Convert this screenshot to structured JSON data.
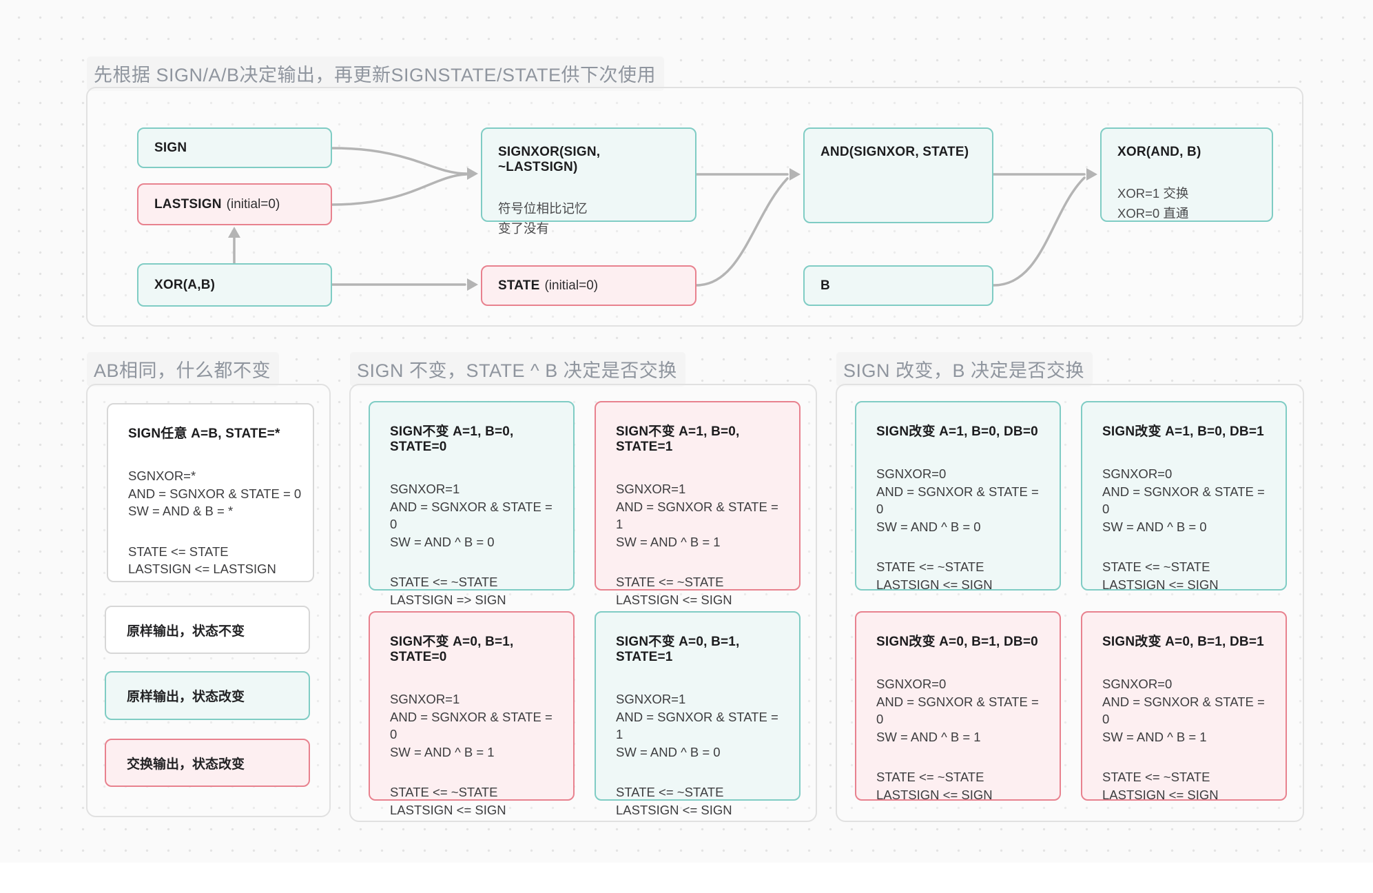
{
  "colors": {
    "canvas_bg": "#fafafa",
    "dot_grid": "#e3e3e3",
    "teal_border": "#7fccc4",
    "teal_fill": "#eff8f7",
    "pink_border": "#e8818e",
    "pink_fill": "#fdeff1",
    "plain_border": "#d7d7d7",
    "plain_fill": "#ffffff",
    "frame_border": "#e1e1e1",
    "arrow": "#b4b4b4",
    "section_title_text": "#8f959e"
  },
  "flow": {
    "title": "先根据 SIGN/A/B决定输出，再更新SIGNSTATE/STATE供下次使用",
    "nodes": {
      "sign": {
        "label": "SIGN",
        "variant": "teal"
      },
      "lastsign": {
        "name": "LASTSIGN",
        "suffix": "(initial=0)",
        "variant": "pink"
      },
      "xorab": {
        "label": "XOR(A,B)",
        "variant": "teal"
      },
      "signxor": {
        "label": "SIGNXOR(SIGN, ~LASTSIGN)",
        "desc1": "符号位相比记忆",
        "desc2": "变了没有",
        "variant": "teal"
      },
      "state": {
        "name": "STATE",
        "suffix": "(initial=0)",
        "variant": "pink"
      },
      "and": {
        "label": "AND(SIGNXOR, STATE)",
        "variant": "teal"
      },
      "b": {
        "label": "B",
        "variant": "teal"
      },
      "xorandb": {
        "label": "XOR(AND, B)",
        "desc1": "XOR=1 交换",
        "desc2": "XOR=0 直通",
        "variant": "teal"
      }
    }
  },
  "panel1": {
    "title": "AB相同，什么都不变",
    "card": {
      "header": "SIGN任意 A=B, STATE=*",
      "lines": [
        "SGNXOR=*",
        "AND = SGNXOR & STATE = 0",
        "SW = AND & B = *"
      ],
      "updates": [
        "STATE <= STATE",
        "LASTSIGN <= LASTSIGN"
      ],
      "variant": "plain"
    },
    "legends": [
      {
        "label": "原样输出，状态不变",
        "variant": "plain"
      },
      {
        "label": "原样输出，状态改变",
        "variant": "teal"
      },
      {
        "label": "交换输出，状态改变",
        "variant": "pink"
      }
    ]
  },
  "panel2": {
    "title": "SIGN 不变，STATE ^ B 决定是否交换",
    "cards": [
      {
        "header": "SIGN不变 A=1, B=0, STATE=0",
        "lines": [
          "SGNXOR=1",
          "AND = SGNXOR & STATE = 0",
          "SW = AND ^ B = 0"
        ],
        "updates": [
          "STATE <= ~STATE",
          "LASTSIGN => SIGN"
        ],
        "variant": "teal"
      },
      {
        "header": "SIGN不变 A=1, B=0, STATE=1",
        "lines": [
          "SGNXOR=1",
          "AND = SGNXOR & STATE = 1",
          "SW = AND ^ B = 1"
        ],
        "updates": [
          "STATE <= ~STATE",
          "LASTSIGN <= SIGN"
        ],
        "variant": "pink"
      },
      {
        "header": "SIGN不变 A=0, B=1, STATE=0",
        "lines": [
          "SGNXOR=1",
          "AND = SGNXOR & STATE = 0",
          "SW = AND ^ B = 1"
        ],
        "updates": [
          "STATE <= ~STATE",
          "LASTSIGN <= SIGN"
        ],
        "variant": "pink"
      },
      {
        "header": "SIGN不变 A=0, B=1, STATE=1",
        "lines": [
          "SGNXOR=1",
          "AND = SGNXOR & STATE = 1",
          "SW = AND ^ B = 0"
        ],
        "updates": [
          "STATE <= ~STATE",
          "LASTSIGN <= SIGN"
        ],
        "variant": "teal"
      }
    ]
  },
  "panel3": {
    "title": "SIGN 改变，B 决定是否交换",
    "cards": [
      {
        "header": "SIGN改变 A=1, B=0, DB=0",
        "lines": [
          "SGNXOR=0",
          "AND = SGNXOR & STATE = 0",
          "SW = AND ^ B = 0"
        ],
        "updates": [
          "STATE <= ~STATE",
          "LASTSIGN <= SIGN"
        ],
        "variant": "teal"
      },
      {
        "header": "SIGN改变 A=1, B=0, DB=1",
        "lines": [
          "SGNXOR=0",
          "AND = SGNXOR & STATE = 0",
          "SW = AND ^ B = 0"
        ],
        "updates": [
          "STATE <= ~STATE",
          "LASTSIGN <= SIGN"
        ],
        "variant": "teal"
      },
      {
        "header": "SIGN改变 A=0, B=1, DB=0",
        "lines": [
          "SGNXOR=0",
          "AND = SGNXOR & STATE = 0",
          "SW = AND ^ B = 1"
        ],
        "updates": [
          "STATE <= ~STATE",
          "LASTSIGN <= SIGN"
        ],
        "variant": "pink"
      },
      {
        "header": "SIGN改变 A=0, B=1, DB=1",
        "lines": [
          "SGNXOR=0",
          "AND = SGNXOR & STATE = 0",
          "SW = AND ^ B = 1"
        ],
        "updates": [
          "STATE <= ~STATE",
          "LASTSIGN <= SIGN"
        ],
        "variant": "pink"
      }
    ]
  }
}
